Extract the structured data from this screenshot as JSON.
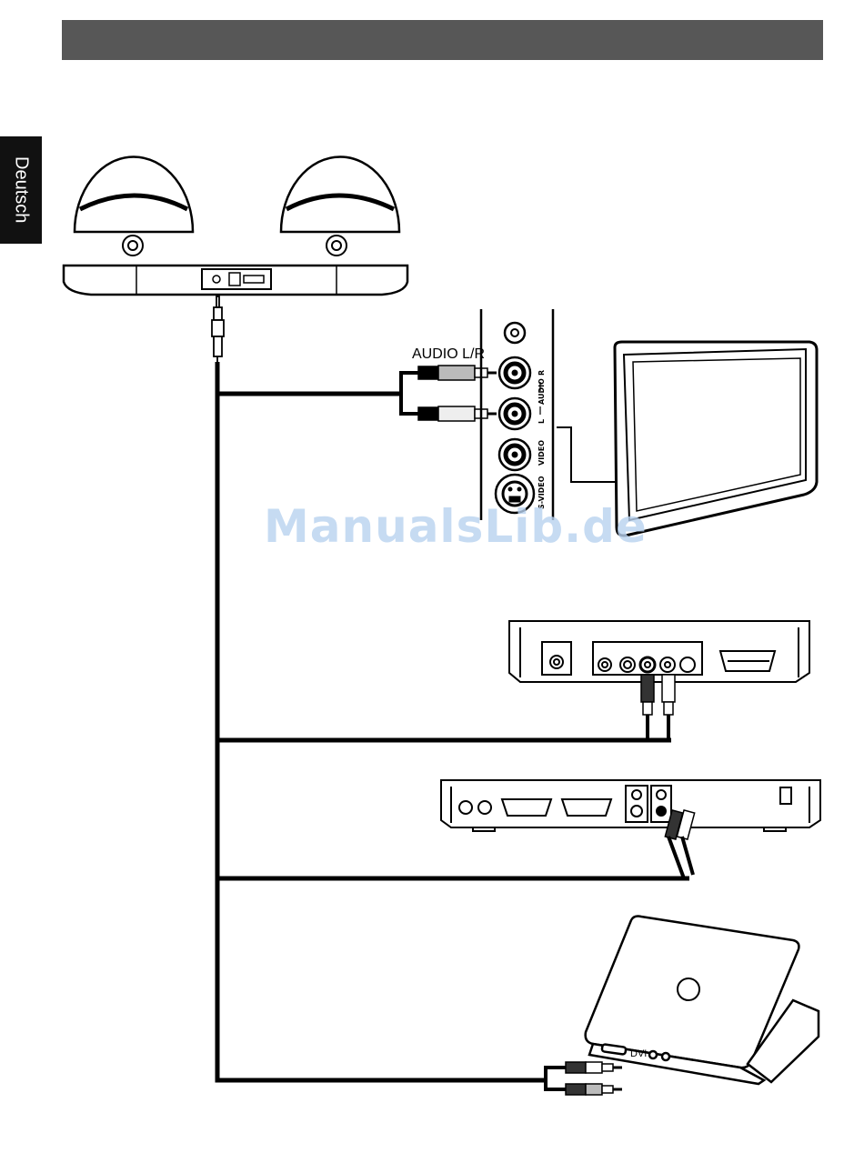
{
  "header": {
    "title": ""
  },
  "side_tab": {
    "label": "Deutsch"
  },
  "watermark": {
    "text": "ManualsLib.de"
  },
  "connection_labels": {
    "audio_lr": "AUDIO L/R",
    "audio": "AUDIO",
    "r": "R",
    "l": "L",
    "video": "VIDEO",
    "s_video": "S-VIDEO",
    "dvi": "DVI"
  },
  "colors": {
    "header": "#575757",
    "side_tab": "#111111",
    "line": "#000000",
    "watermark": "#b9d3f0"
  }
}
